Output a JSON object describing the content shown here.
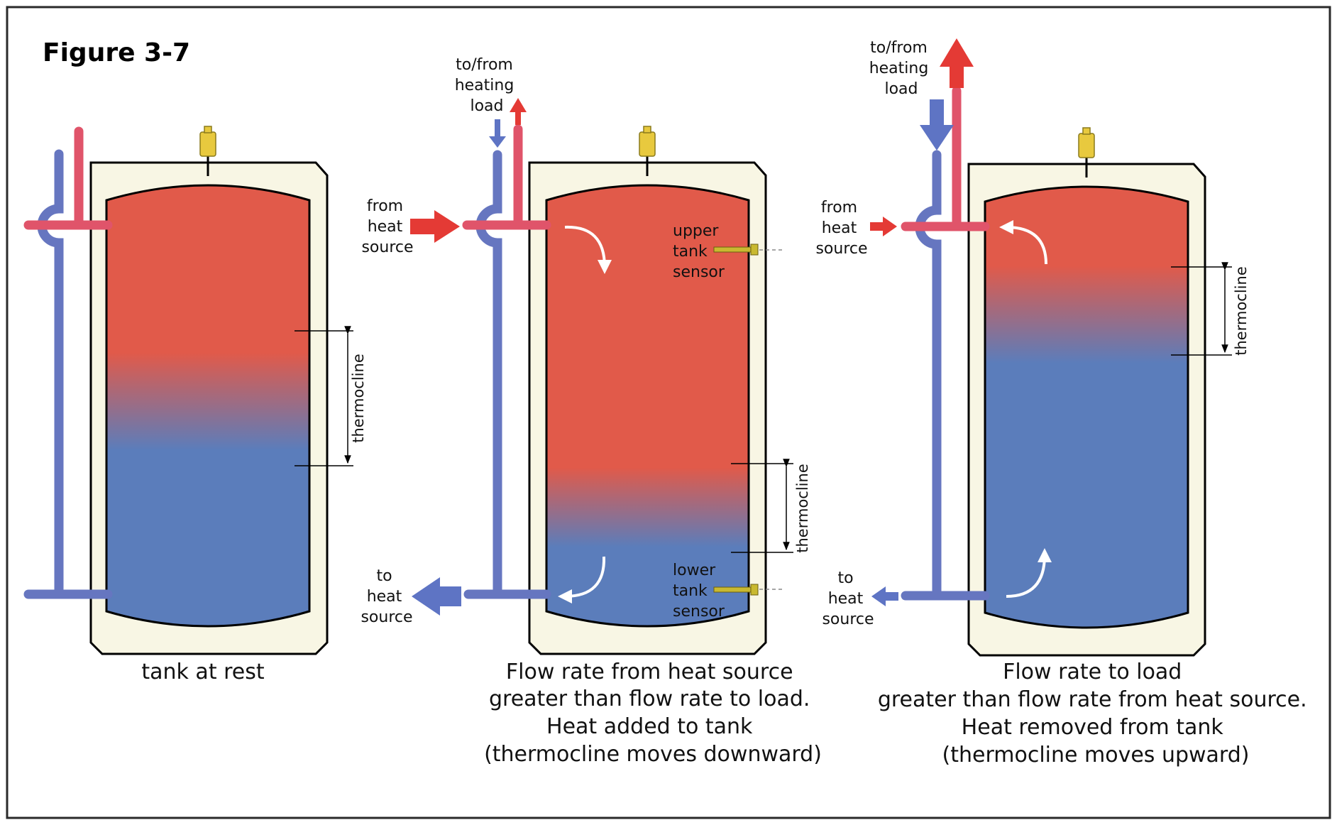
{
  "figure_title": "Figure 3-7",
  "colors": {
    "hot": "#e15a4a",
    "cold": "#5b7dbb",
    "hot_pipe": "#e0546a",
    "cold_pipe": "#6676c0",
    "arrow_hot": "#e43a35",
    "arrow_cold": "#5e74c4",
    "insulation": "#f8f6e4",
    "vent": "#e8c93e",
    "sensor": "#c9b930"
  },
  "panels": [
    {
      "caption": [
        "tank at rest"
      ],
      "thermocline_label": "thermocline",
      "thermocline_fraction": [
        0.33,
        0.62
      ]
    },
    {
      "caption": [
        "Flow rate from heat source",
        "greater than flow rate to load.",
        "Heat added to tank",
        "(thermocline moves downward)"
      ],
      "label_load": [
        "to/from",
        "heating",
        "load"
      ],
      "label_in": [
        "from",
        "heat",
        "source"
      ],
      "label_out": [
        "to",
        "heat",
        "source"
      ],
      "label_upper_sensor": [
        "upper",
        "tank",
        "sensor"
      ],
      "label_lower_sensor": [
        "lower",
        "tank",
        "sensor"
      ],
      "thermocline_label": "thermocline",
      "thermocline_fraction": [
        0.62,
        0.81
      ]
    },
    {
      "caption": [
        "Flow rate to load",
        "greater than flow rate from heat source.",
        "Heat removed from tank",
        "(thermocline moves upward)"
      ],
      "label_load": [
        "to/from",
        "heating",
        "load"
      ],
      "label_in": [
        "from",
        "heat",
        "source"
      ],
      "label_out": [
        "to",
        "heat",
        "source"
      ],
      "thermocline_label": "thermocline",
      "thermocline_fraction": [
        0.19,
        0.38
      ]
    }
  ]
}
